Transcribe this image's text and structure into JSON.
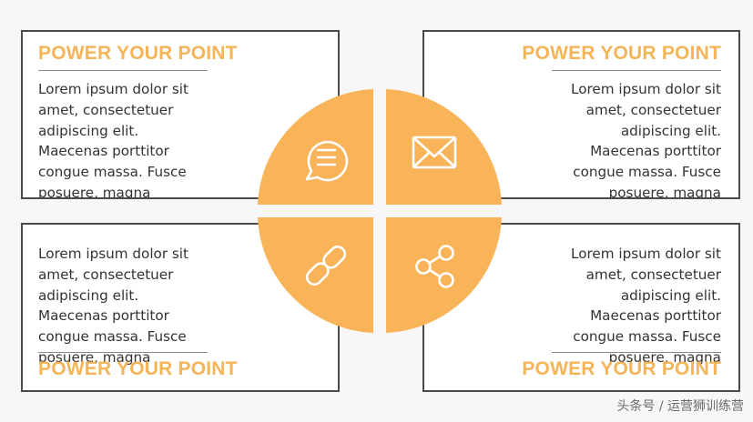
{
  "colors": {
    "accent": "#f9b45a",
    "border": "#4a4a4a",
    "text": "#333333",
    "background": "#f7f7f9"
  },
  "cards": {
    "top_left": {
      "heading": "POWER YOUR POINT",
      "body": "Lorem ipsum dolor sit amet, consectetuer adipiscing elit. Maecenas porttitor congue massa. Fusce posuere, magna"
    },
    "top_right": {
      "heading": "POWER YOUR POINT",
      "body": "Lorem ipsum dolor sit amet, consectetuer adipiscing elit. Maecenas porttitor congue massa. Fusce posuere, magna"
    },
    "bottom_left": {
      "heading": "POWER YOUR POINT",
      "body": "Lorem ipsum dolor sit amet, consectetuer adipiscing elit. Maecenas porttitor congue massa. Fusce posuere, magna"
    },
    "bottom_right": {
      "heading": "POWER YOUR POINT",
      "body": "Lorem ipsum dolor sit amet, consectetuer adipiscing elit. Maecenas porttitor congue massa. Fusce posuere, magna"
    }
  },
  "quadrants": {
    "top_left_icon": "chat-bubble-icon",
    "top_right_icon": "envelope-icon",
    "bottom_left_icon": "link-icon",
    "bottom_right_icon": "share-icon"
  },
  "watermark": "头条号 / 运营狮训练营"
}
